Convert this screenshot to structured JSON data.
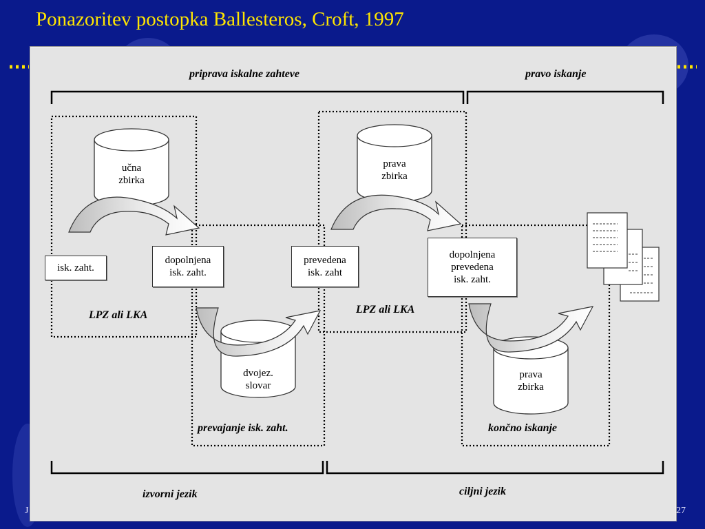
{
  "slide": {
    "title": "Ponazoritev postopka Ballesteros, Croft, 1997",
    "footer_left": "J",
    "footer_right": "27",
    "colors": {
      "background": "#0a1a8c",
      "title": "#ffe600",
      "panel": "#e4e4e4"
    }
  },
  "diagram": {
    "headers": {
      "priprava": "priprava iskalne zahteve",
      "pravo": "pravo iskanje",
      "izvorni": "izvorni jezik",
      "ciljni": "ciljni jezik"
    },
    "regions": {
      "lpz1": "LPZ ali LKA",
      "prevajanje": "prevajanje isk. zaht.",
      "lpz2": "LPZ ali LKA",
      "koncno": "končno iskanje"
    },
    "cylinders": {
      "ucna": [
        "učna",
        "zbirka"
      ],
      "dvojez": [
        "dvojez.",
        "slovar"
      ],
      "prava1": [
        "prava",
        "zbirka"
      ],
      "prava2": [
        "prava",
        "zbirka"
      ]
    },
    "boxes": {
      "isk": [
        "isk. zaht."
      ],
      "dopolnjena": [
        "dopolnjena",
        "isk. zaht."
      ],
      "prevedena": [
        "prevedena",
        "isk. zaht"
      ],
      "dopprev": [
        "dopolnjena",
        "prevedena",
        "isk. zaht."
      ]
    },
    "icons": [
      "database-cylinder-icon",
      "curved-arrow-icon",
      "document-stack-icon"
    ]
  }
}
